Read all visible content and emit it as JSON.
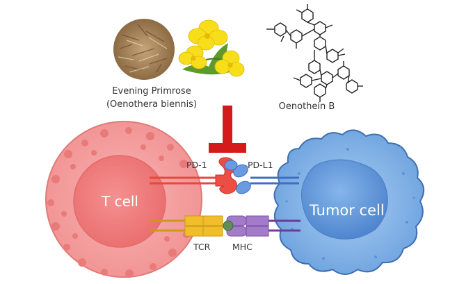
{
  "plant": {
    "name_line1": "Evening Primrose",
    "name_line2": "(Oenothera biennis)"
  },
  "compound": {
    "name": "Oenothein B"
  },
  "receptors": {
    "pd1": "PD-1",
    "pdl1": "PD-L1",
    "tcr": "TCR",
    "mhc": "MHC"
  },
  "cells": {
    "t_cell": "T cell",
    "tumor_cell": "Tumor cell"
  },
  "colors": {
    "inhibitor": "#d41a1a",
    "t_cell_outer": "#f4a6a6",
    "t_cell_inner": "#ee7d7d",
    "tumor_cell": "#7fb1e6",
    "tumor_nucleus": "#5e95d8",
    "pd1": "#e8463e",
    "pdl1": "#5b8fd6",
    "tcr": "#e8b31e",
    "mhc": "#9b71c4"
  }
}
